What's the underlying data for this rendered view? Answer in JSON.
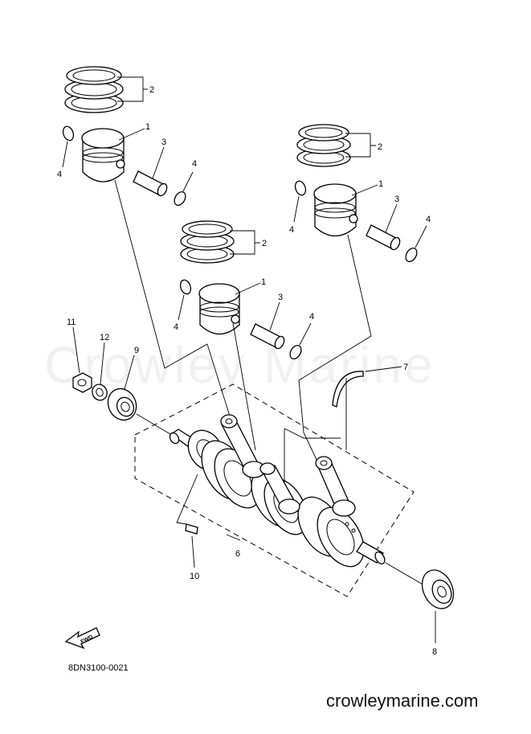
{
  "callouts": {
    "p1_ring": "2",
    "p1_piston": "1",
    "p1_pin": "3",
    "p1_clip_left": "4",
    "p1_clip_right": "4",
    "p2_ring": "2",
    "p2_piston": "1",
    "p2_pin": "3",
    "p2_clip_left": "4",
    "p2_clip_right": "4",
    "p3_ring": "2",
    "p3_piston": "1",
    "p3_pin": "3",
    "p3_clip_left": "4",
    "p3_clip_right": "4",
    "nut": "11",
    "washer": "12",
    "front_seal": "9",
    "crank_bearing": "7",
    "crankshaft": "6",
    "key": "10",
    "rear_seal": "8"
  },
  "fwd_label": "FWD",
  "diagram_code": "8DN3100-0021",
  "watermark": "Crowley Marine",
  "website": "crowleymarine.com"
}
